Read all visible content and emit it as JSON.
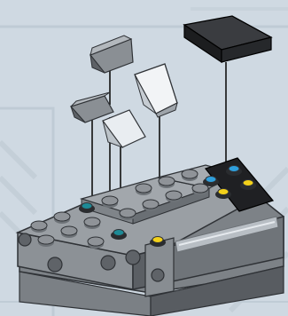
{
  "scene": {
    "background_color": "#cfd9e2",
    "panel_line_color": "#b9c6d1",
    "brick_gray_light": "#8f9398",
    "brick_gray_mid": "#6d7277",
    "brick_gray_dark": "#4c5055",
    "brick_outline": "#2f3236",
    "tile_black": "#1c1d1f",
    "tile_black_top": "#3a3c40",
    "part_white_face": "#f4f6f8",
    "part_white_shade": "#c8ced4",
    "stud_teal": "#1d8a96",
    "stud_yellow": "#f3d11a",
    "stud_blue": "#2f9fdc",
    "pipe_silver": "#b8bec4",
    "guide_line_color": "#111111"
  },
  "parts": [
    {
      "id": "slope-small-1",
      "icon": "slope-brick-gray"
    },
    {
      "id": "slope-small-2",
      "icon": "slope-brick-gray"
    },
    {
      "id": "slope-small-3",
      "icon": "slope-brick-gray"
    },
    {
      "id": "slope-large-1",
      "icon": "slope-brick-gray"
    },
    {
      "id": "tile-black-1",
      "icon": "tile-black"
    }
  ]
}
